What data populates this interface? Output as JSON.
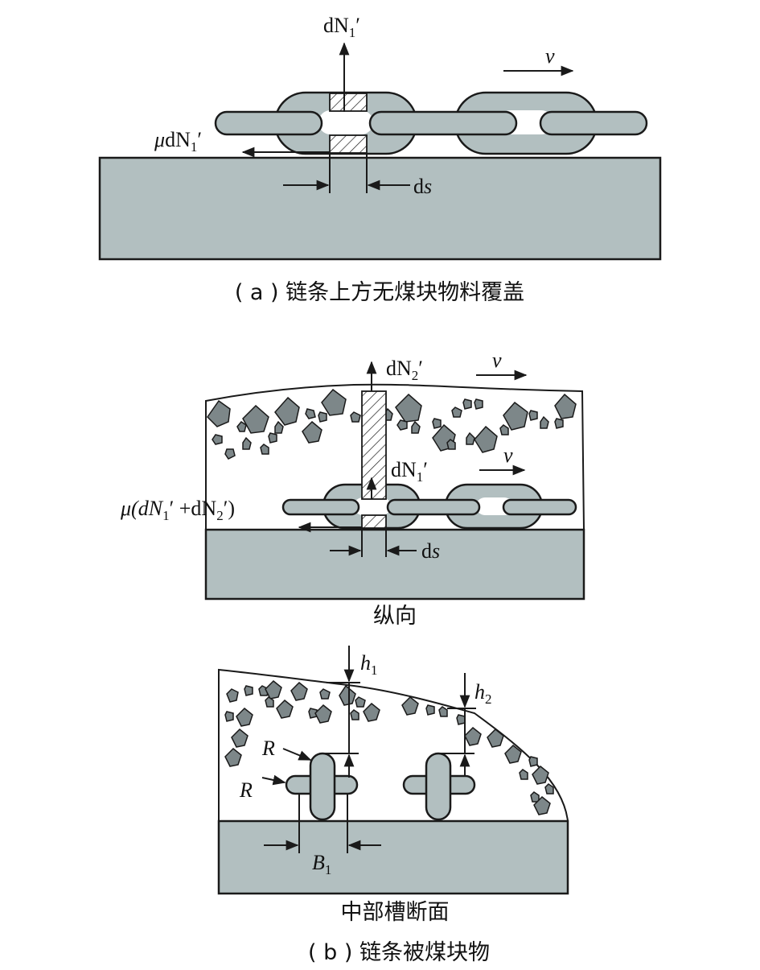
{
  "panel_a": {
    "force_normal": "dN",
    "force_normal_sub": "1",
    "force_normal_prime": "′",
    "friction_mu": "μ",
    "friction_d": "dN",
    "friction_sub": "1",
    "friction_prime": "′",
    "velocity": "v",
    "ds_d": "d",
    "ds_s": "s",
    "caption": "( a ) 链条上方无煤块物料覆盖"
  },
  "panel_b_long": {
    "force_n2": "dN",
    "force_n2_sub": "2",
    "force_n2_prime": "′",
    "force_n1": "dN",
    "force_n1_sub": "1",
    "force_n1_prime": "′",
    "velocity_top": "v",
    "velocity_chain": "v",
    "friction_a": "μ(dN",
    "friction_a_sub": "1",
    "friction_b": "′ +dN",
    "friction_b_sub": "2",
    "friction_c": "′)",
    "ds_d": "d",
    "ds_s": "s",
    "caption": "纵向"
  },
  "panel_b_cross": {
    "h1": "h",
    "h1_sub": "1",
    "h2": "h",
    "h2_sub": "2",
    "r_top": "R",
    "r_bottom": "R",
    "b1": "B",
    "b1_sub": "1",
    "caption": "中部槽断面"
  },
  "caption_b": "( b ) 链条被煤块物"
}
